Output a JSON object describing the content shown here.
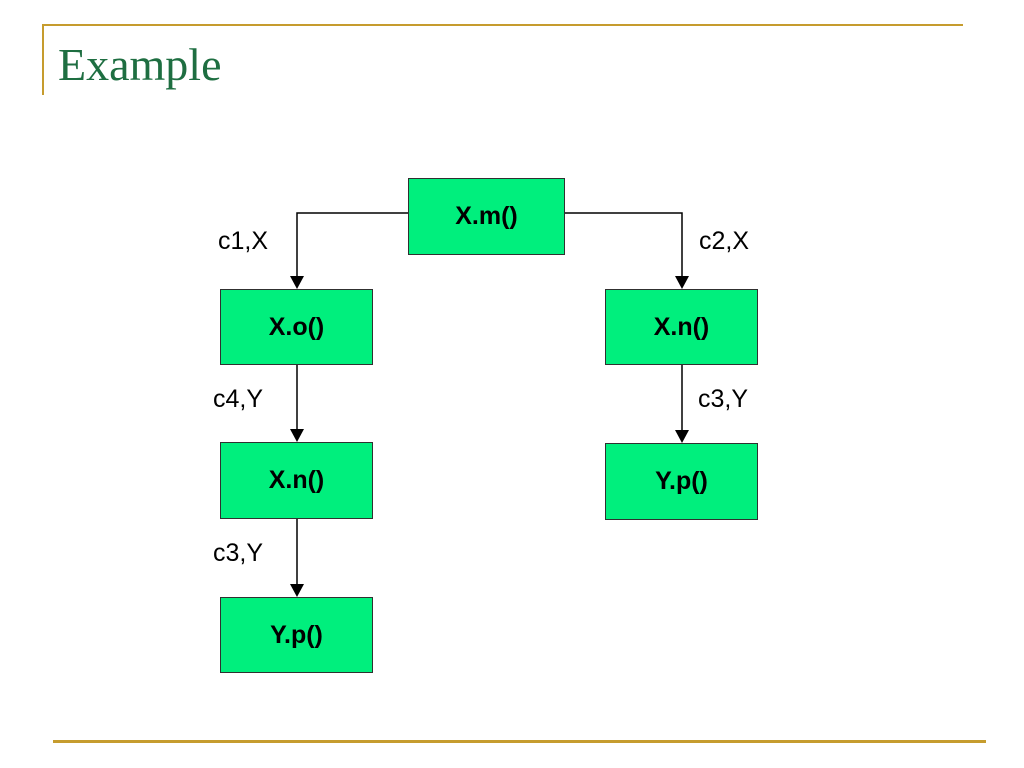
{
  "slide": {
    "title": "Example"
  },
  "colors": {
    "background": "#FFFFFF",
    "accent_gold": "#C69C2E",
    "title_green": "#1E6E41",
    "node_fill": "#00EF7D",
    "node_border": "#303030",
    "connector": "#000000",
    "label_text": "#000000"
  },
  "diagram": {
    "nodes": [
      {
        "id": "root",
        "branch": "top",
        "label": "X.m()"
      },
      {
        "id": "left-1",
        "branch": "left",
        "label": "X.o()"
      },
      {
        "id": "left-2",
        "branch": "left",
        "label": "X.n()"
      },
      {
        "id": "left-3",
        "branch": "left",
        "label": "Y.p()"
      },
      {
        "id": "right-1",
        "branch": "right",
        "label": "X.n()"
      },
      {
        "id": "right-2",
        "branch": "right",
        "label": "Y.p()"
      }
    ],
    "edges": [
      {
        "from": "X.m()",
        "to": "X.o()",
        "branch": "left",
        "label": "c1,X"
      },
      {
        "from": "X.m()",
        "to": "X.n()",
        "branch": "right",
        "label": "c2,X"
      },
      {
        "from": "X.o()",
        "to": "X.n()",
        "branch": "left",
        "label": "c4,Y"
      },
      {
        "from": "X.n()",
        "to": "Y.p()",
        "branch": "left",
        "label": "c3,Y"
      },
      {
        "from": "X.n()",
        "to": "Y.p()",
        "branch": "right",
        "label": "c3,Y"
      }
    ]
  }
}
